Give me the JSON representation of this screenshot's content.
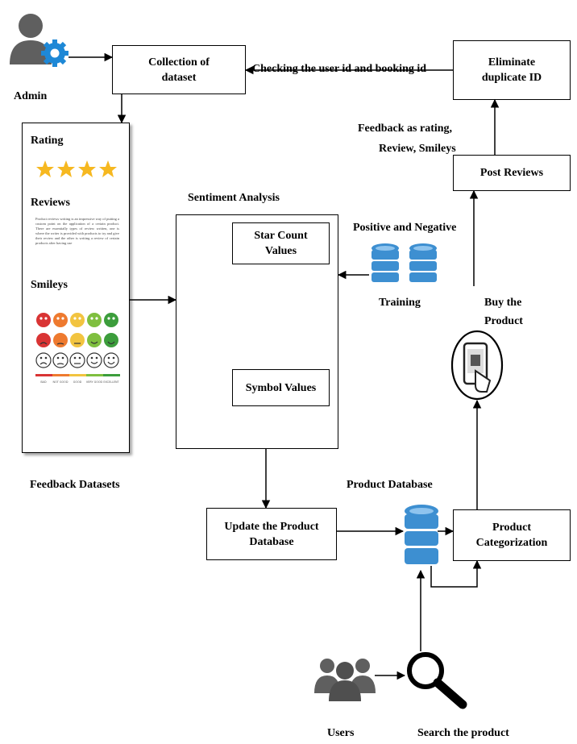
{
  "admin": {
    "label": "Admin"
  },
  "collection": {
    "line1": "Collection  of",
    "line2": "dataset"
  },
  "eliminate": {
    "line1": "Eliminate",
    "line2": "duplicate ID"
  },
  "checking_label": "Checking the user id and booking id",
  "feedback_as": {
    "line1": "Feedback as rating,",
    "line2": "Review, Smileys"
  },
  "post_reviews": "Post  Reviews",
  "feedback_panel": {
    "rating": "Rating",
    "reviews": "Reviews",
    "smileys": "Smileys",
    "review_text": "Product reviews writing is an impressive way of putting a custom point on the application of a certain product. There are essentially types of review written, one is where the writer is provided with products to try and give their review and the other is writing a review of certain products after having use",
    "scale_labels": [
      "BAD",
      "NOT GOOD",
      "GOOD",
      "VERY GOOD",
      "EXCELLENT"
    ],
    "caption": "Feedback  Datasets"
  },
  "sentiment": {
    "title": "Sentiment  Analysis",
    "star_count": {
      "line1": "Star Count",
      "line2": "Values"
    },
    "symbol_values": "Symbol  Values"
  },
  "training": {
    "top": "Positive and Negative",
    "bottom": "Training"
  },
  "buy_product": {
    "line1": "Buy the",
    "line2": "Product"
  },
  "update_db": {
    "line1": "Update the Product",
    "line2": "Database"
  },
  "product_db_label": "Product Database",
  "categorization": {
    "line1": "Product",
    "line2": "Categorization"
  },
  "users_label": "Users",
  "search_label": "Search the product",
  "colors": {
    "star": "#f6b820",
    "db_blue": "#3d8fd1",
    "db_light": "#8fc4ee",
    "gear": "#1e88d6",
    "person": "#5f5f5f"
  }
}
